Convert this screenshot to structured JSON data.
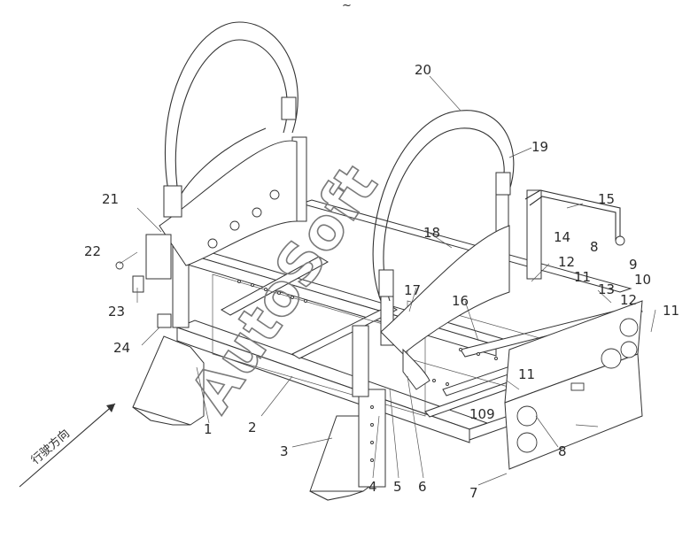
{
  "header_mark": "~",
  "direction_label": "行驶方向",
  "watermark": "AutoSoft",
  "callouts": [
    "1",
    "2",
    "3",
    "4",
    "5",
    "6",
    "7",
    "8",
    "8",
    "9",
    "10",
    "11",
    "11",
    "11",
    "12",
    "12",
    "13",
    "14",
    "15",
    "16",
    "17",
    "18",
    "19",
    "20",
    "21",
    "22",
    "23",
    "24",
    "109"
  ]
}
